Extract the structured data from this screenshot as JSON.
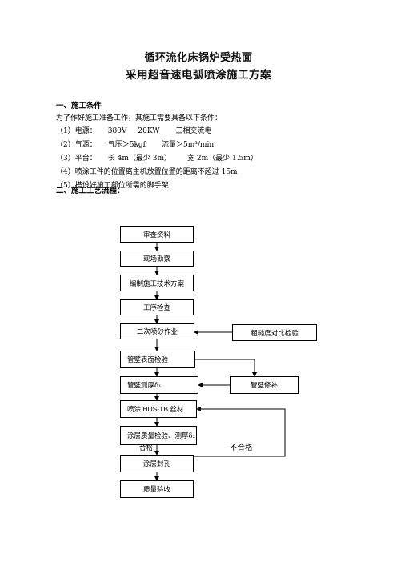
{
  "title": {
    "line1": "循环流化床锅炉受热面",
    "line2": "采用超音速电弧喷涂施工方案"
  },
  "section1": {
    "heading": "一、施工条件",
    "intro": "为了作好施工准备工作，其施工需要具备以下条件：",
    "items": [
      {
        "label": "（1）电源：",
        "values": [
          "380V",
          "20KW",
          "三相交流电"
        ]
      },
      {
        "label": "（2）气源：",
        "values": [
          "气压＞5kgf",
          "流量＞5m³/min"
        ]
      },
      {
        "label": "（3）平台：",
        "values": [
          "长 4m（最少 3m）",
          "宽 2m（最少 1.5m）"
        ]
      },
      {
        "label": "（4）",
        "values": [
          "喷涂工件的位置离主机放置位置的距离不超过 15m"
        ]
      },
      {
        "label": "（5）",
        "values": [
          "搭设好施工部位所需的脚手架"
        ]
      }
    ]
  },
  "section2": {
    "heading": "二、施工工艺流程："
  },
  "flowchart": {
    "steps": [
      "审查资料",
      "现场勘察",
      "编制施工技术方案",
      "工序检查",
      "二次喷砂作业",
      "管壁表面检验",
      "管壁测厚δ₁",
      "喷涂 HDS-TB 丝材",
      "涂层质量检验、测厚δ₂",
      "涂层封孔",
      "质量验收"
    ],
    "side_boxes": {
      "roughness": "粗糙度对比检验",
      "repair": "管壁修补"
    },
    "labels": {
      "pass": "合格",
      "fail": "不合格"
    }
  }
}
